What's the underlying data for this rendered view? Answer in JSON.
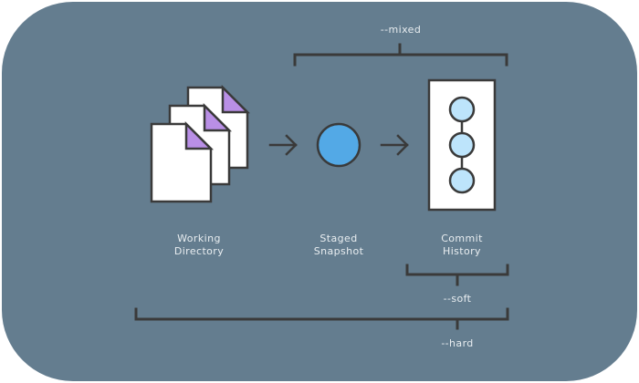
{
  "colors": {
    "background": "#647d8f",
    "outline": "#3a3a3a",
    "paper": "#ffffff",
    "fold": "#b98fe6",
    "staged_dot": "#53a9e6",
    "commit_dot": "#bde4fb",
    "label_text": "#e8edf0"
  },
  "labels": {
    "mixed": "--mixed",
    "soft": "--soft",
    "hard": "--hard"
  },
  "nodes": {
    "working_directory": {
      "line1": "Working",
      "line2": "Directory",
      "icon": "documents-stack-icon"
    },
    "staged_snapshot": {
      "line1": "Staged",
      "line2": "Snapshot",
      "icon": "staged-circle-icon"
    },
    "commit_history": {
      "line1": "Commit",
      "line2": "History",
      "icon": "commit-chain-icon"
    }
  }
}
